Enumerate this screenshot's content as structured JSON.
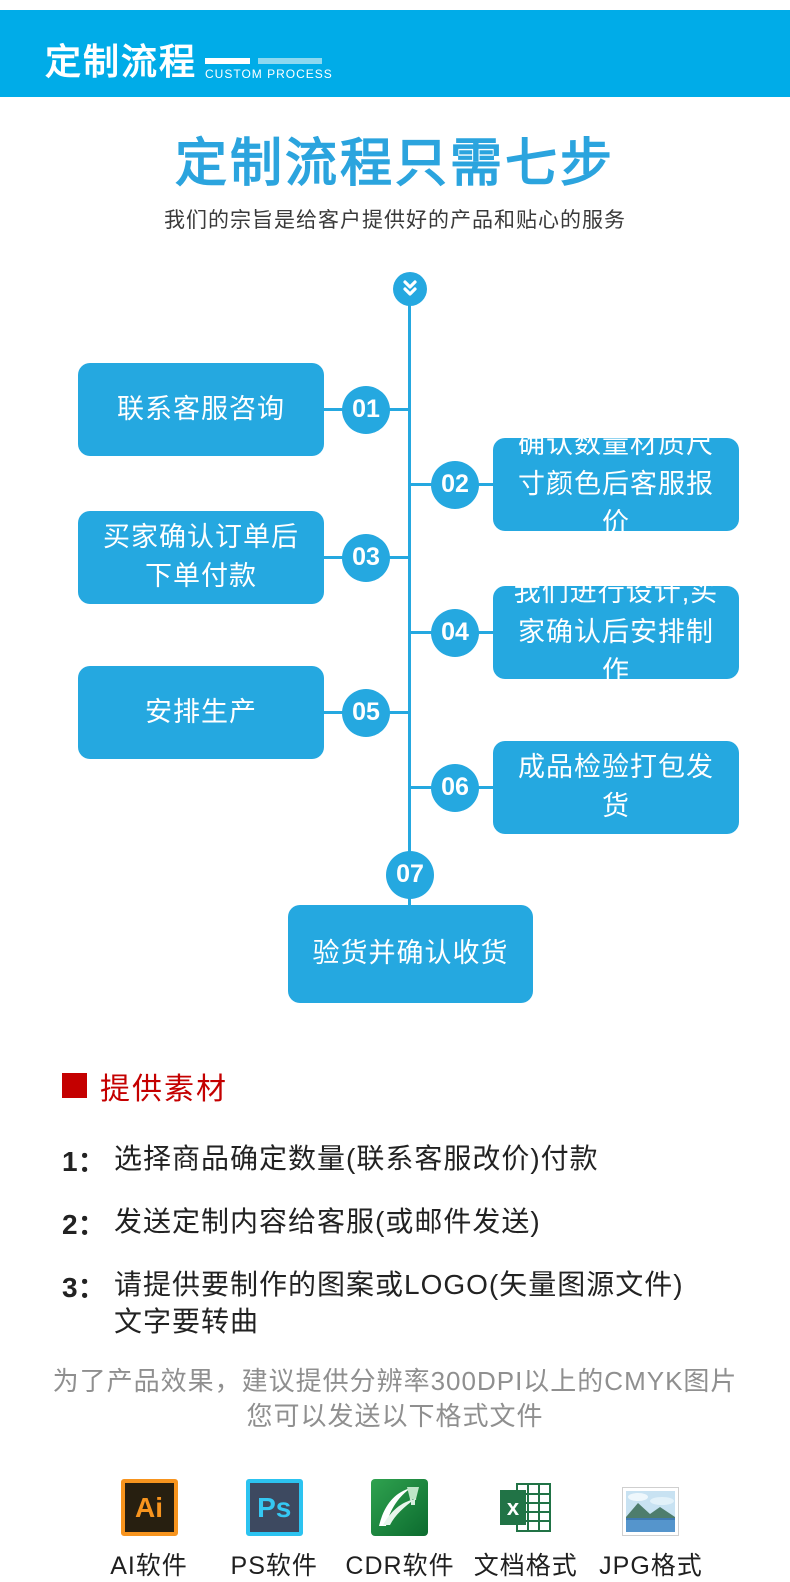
{
  "banner": {
    "title_cn": "定制流程",
    "title_en": "CUSTOM PROCESS"
  },
  "intro": {
    "title": "定制流程只需七步",
    "subtitle": "我们的宗旨是给客户提供好的产品和贴心的服务"
  },
  "flow": {
    "steps": [
      {
        "num": "01",
        "label": "联系客服咨询"
      },
      {
        "num": "02",
        "label": "确认数量材质尺寸颜色后客服报价"
      },
      {
        "num": "03",
        "label": "买家确认订单后下单付款"
      },
      {
        "num": "04",
        "label": "我们进行设计,买家确认后安排制作"
      },
      {
        "num": "05",
        "label": "安排生产"
      },
      {
        "num": "06",
        "label": "成品检验打包发货"
      },
      {
        "num": "07",
        "label": "验货并确认收货"
      }
    ]
  },
  "materials": {
    "heading": "提供素材",
    "items": [
      {
        "num": "1：",
        "text": "选择商品确定数量(联系客服改价)付款"
      },
      {
        "num": "2：",
        "text": "发送定制内容给客服(或邮件发送)"
      },
      {
        "num": "3：",
        "text": "请提供要制作的图案或LOGO(矢量图源文件)",
        "text2": "文字要转曲"
      }
    ]
  },
  "note": {
    "line1": "为了产品效果，建议提供分辨率300DPI以上的CMYK图片",
    "line2": "您可以发送以下格式文件"
  },
  "formats": {
    "items": [
      {
        "label": "AI软件",
        "badge": "Ai"
      },
      {
        "label": "PS软件",
        "badge": "Ps"
      },
      {
        "label": "CDR软件"
      },
      {
        "label": "文档格式"
      },
      {
        "label": "JPG格式"
      }
    ]
  },
  "colors": {
    "banner_blue": "#00ace8",
    "flow_blue": "#25a8e0",
    "title_blue": "#2ba4de",
    "accent_red": "#c40000",
    "note_gray": "#8f8f8f"
  }
}
